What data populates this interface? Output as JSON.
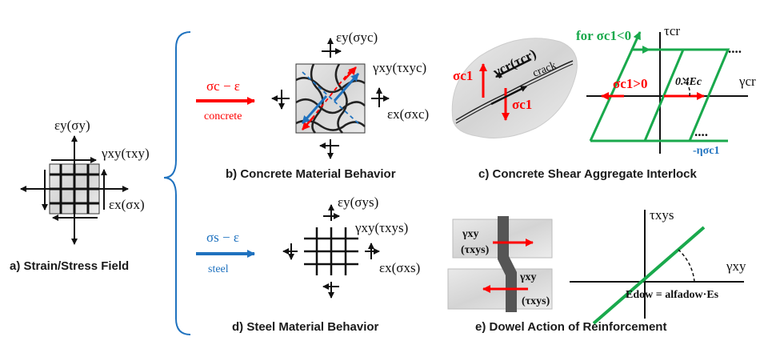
{
  "colors": {
    "red": "#ff0000",
    "blue": "#1f72bf",
    "green": "#19a94c",
    "black": "#111111",
    "rebar_gray": "#555555"
  },
  "panel_a": {
    "caption": "a) Strain/Stress Field",
    "ey": "εy(σy)",
    "gxy": "γxy(τxy)",
    "ex": "εx(σx)"
  },
  "panel_b": {
    "caption": "b) Concrete Material Behavior",
    "law": "σc − ε",
    "law_label": "concrete",
    "ey": "εy(σyc)",
    "gxy": "γxy(τxyc)",
    "ex": "εx(σxc)"
  },
  "panel_c": {
    "caption": "c) Concrete Shear Aggregate Interlock",
    "sigma_c1_top": "σc1",
    "sigma_c1_bottom": "σc1",
    "gamma_cr": "γcr(τcr)",
    "crack": "crack",
    "for_label": "for σc1<0",
    "gt_label": "σc1>0",
    "slope": "0.4Ec",
    "neg_label": "-ησc1",
    "y_axis": "τcr",
    "x_axis": "γcr",
    "dots": "...."
  },
  "panel_d": {
    "caption": "d) Steel Material Behavior",
    "law": "σs − ε",
    "law_label": "steel",
    "ey": "εy(σys)",
    "gxy": "γxy(τxys)",
    "ex": "εx(σxs)"
  },
  "panel_e": {
    "caption": "e) Dowel Action of Reinforcement",
    "gamma_top": "γxy",
    "tau_top": "(τxys)",
    "gamma_bottom": "γxy",
    "tau_bottom": "(τxys)",
    "y_axis": "τxys",
    "x_axis": "γxy",
    "edow": "Edow = alfadow·Es"
  }
}
